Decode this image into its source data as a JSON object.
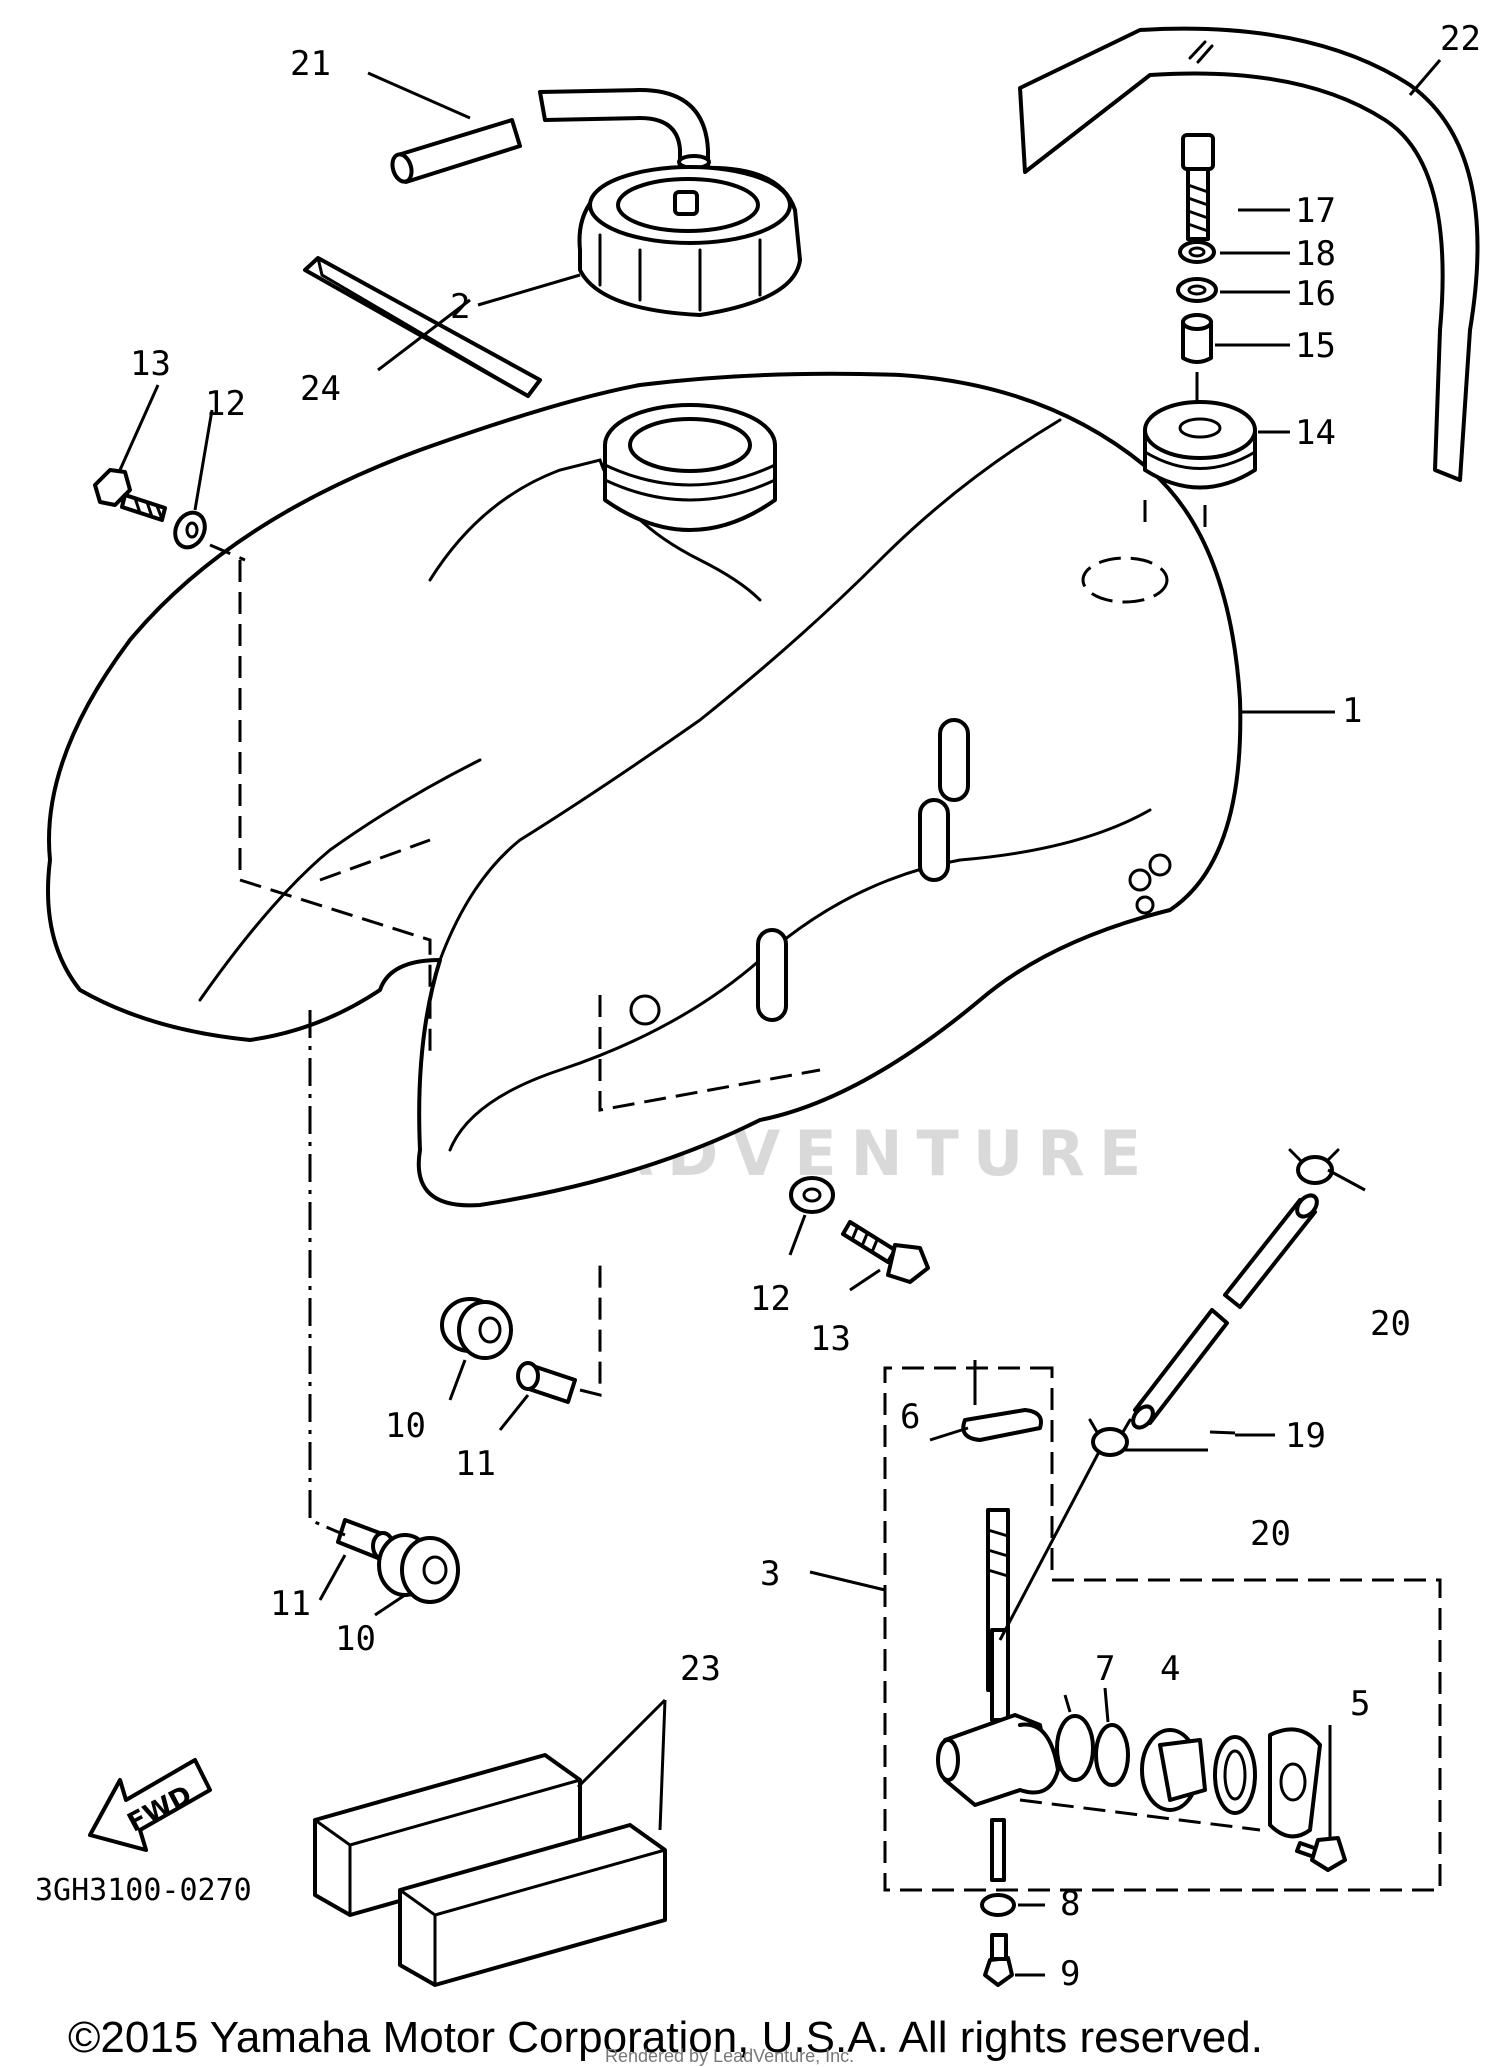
{
  "diagram": {
    "drawing_code": "3GH3100-0270",
    "direction_label": "FWD",
    "watermark": "LEADVENTURE",
    "copyright": "©2015 Yamaha Motor Corporation, U.S.A. All rights reserved.",
    "rendered_by": "Rendered by LeadVenture, Inc.",
    "callouts": [
      {
        "id": "c1",
        "text": "1"
      },
      {
        "id": "c2",
        "text": "2"
      },
      {
        "id": "c3",
        "text": "3"
      },
      {
        "id": "c4",
        "text": "4"
      },
      {
        "id": "c5",
        "text": "5"
      },
      {
        "id": "c6",
        "text": "6"
      },
      {
        "id": "c7",
        "text": "7"
      },
      {
        "id": "c8",
        "text": "8"
      },
      {
        "id": "c9",
        "text": "9"
      },
      {
        "id": "c10a",
        "text": "10"
      },
      {
        "id": "c10b",
        "text": "10"
      },
      {
        "id": "c11a",
        "text": "11"
      },
      {
        "id": "c11b",
        "text": "11"
      },
      {
        "id": "c12a",
        "text": "12"
      },
      {
        "id": "c12b",
        "text": "12"
      },
      {
        "id": "c13a",
        "text": "13"
      },
      {
        "id": "c13b",
        "text": "13"
      },
      {
        "id": "c14",
        "text": "14"
      },
      {
        "id": "c15",
        "text": "15"
      },
      {
        "id": "c16",
        "text": "16"
      },
      {
        "id": "c17",
        "text": "17"
      },
      {
        "id": "c18",
        "text": "18"
      },
      {
        "id": "c19",
        "text": "19"
      },
      {
        "id": "c20a",
        "text": "20"
      },
      {
        "id": "c20b",
        "text": "20"
      },
      {
        "id": "c21",
        "text": "21"
      },
      {
        "id": "c22",
        "text": "22"
      },
      {
        "id": "c23",
        "text": "23"
      },
      {
        "id": "c24",
        "text": "24"
      }
    ]
  }
}
